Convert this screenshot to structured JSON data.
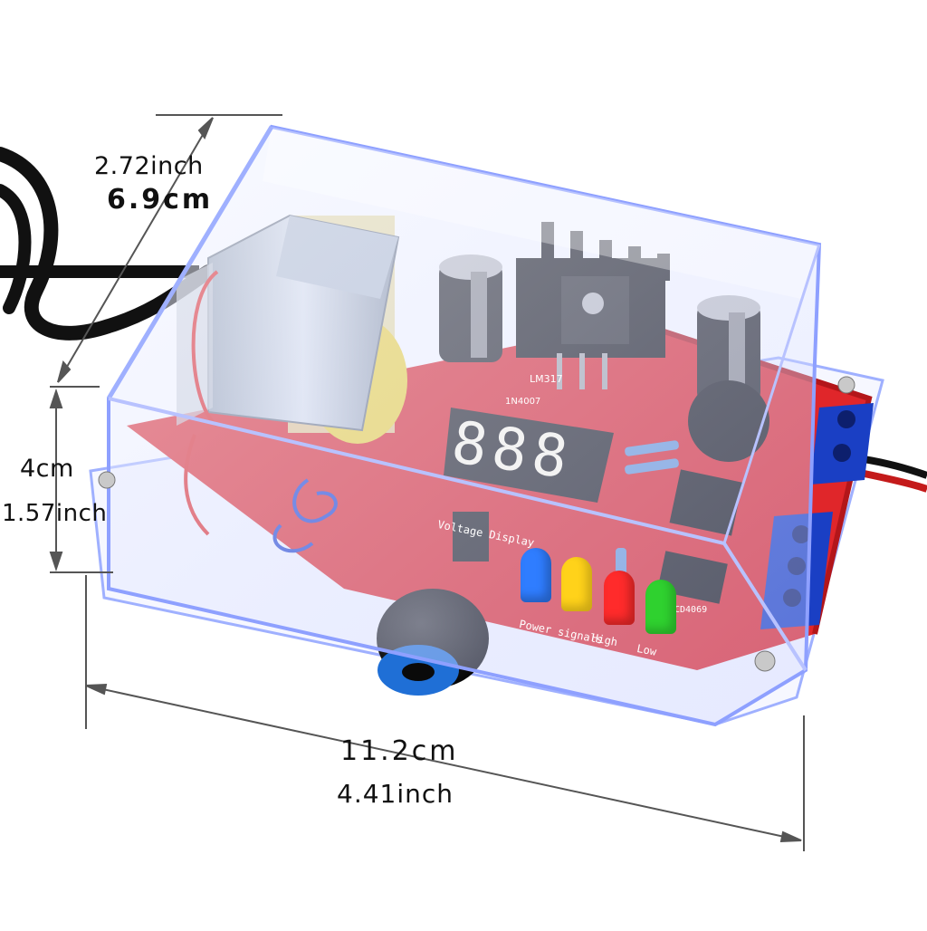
{
  "dimensions": {
    "depth": {
      "inch": "2.72inch",
      "cm": "6.9cm"
    },
    "height": {
      "cm": "4cm",
      "inch": "1.57inch"
    },
    "width": {
      "cm": "11.2cm",
      "inch": "4.41inch"
    }
  },
  "display": {
    "digits": "888"
  },
  "pcb_labels": {
    "voltage_display": "Voltage Display",
    "power_signals": "Power signals",
    "high": "High",
    "low": "Low",
    "lm317": "LM317",
    "in4007": "1N4007",
    "cd4069": "CD4069"
  },
  "colors": {
    "pcb": "#e0262a",
    "display_segment": "#f3f3f3",
    "knob_accent": "#1f6fd6",
    "terminal_blue": "#1a3fc4"
  },
  "led_colors": [
    "#2f7dff",
    "#ffd21a",
    "#ff2b2b",
    "#2fd12f"
  ]
}
